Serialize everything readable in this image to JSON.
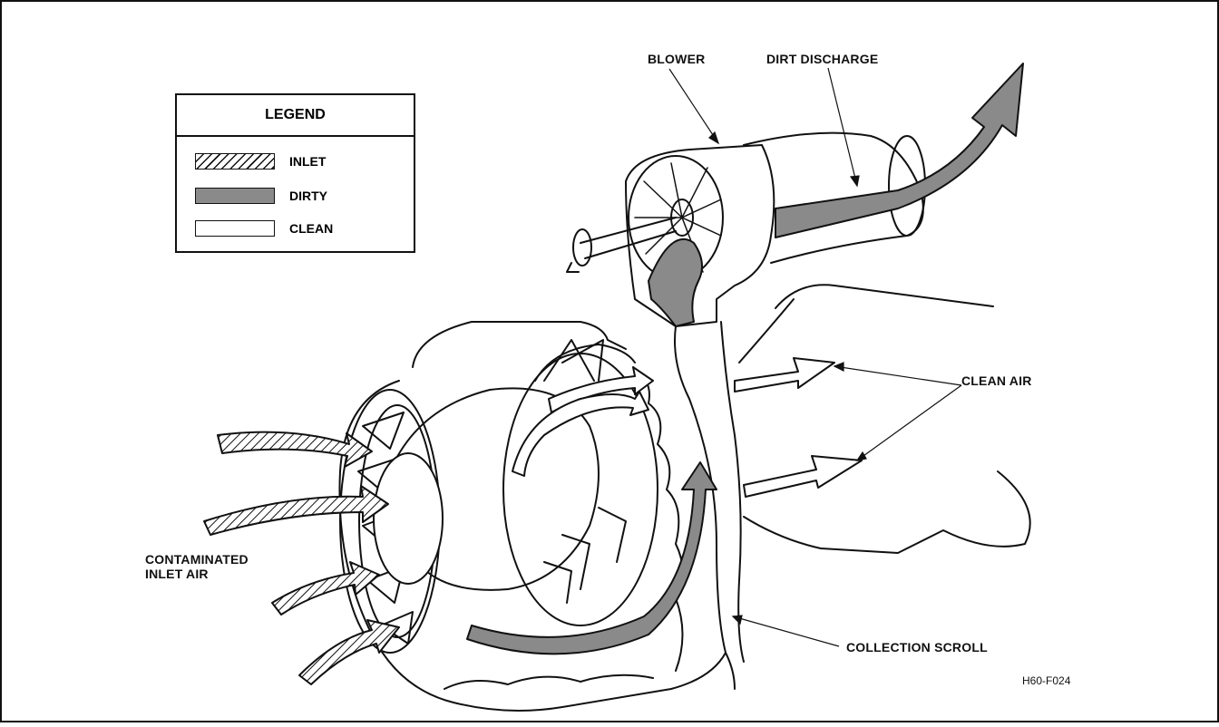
{
  "legend": {
    "title": "LEGEND",
    "items": [
      {
        "key": "inlet",
        "label": "INLET"
      },
      {
        "key": "dirty",
        "label": "DIRTY"
      },
      {
        "key": "clean",
        "label": "CLEAN"
      }
    ]
  },
  "labels": {
    "blower": "BLOWER",
    "dirt_discharge": "DIRT DISCHARGE",
    "clean_air": "CLEAN AIR",
    "contaminated_line1": "CONTAMINATED",
    "contaminated_line2": "INLET AIR",
    "collection_scroll": "COLLECTION SCROLL",
    "figure_id": "H60-F024"
  },
  "colors": {
    "line": "#111111",
    "dirty_fill": "#8a8a8a",
    "clean_fill": "#ffffff",
    "background": "#ffffff"
  }
}
